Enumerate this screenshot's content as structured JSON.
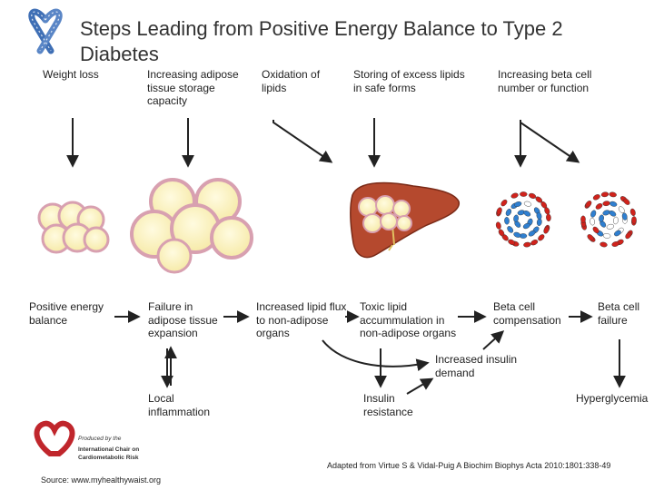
{
  "title": "Steps Leading from Positive Energy Balance to Type 2 Diabetes",
  "top_labels": {
    "weight_loss": "Weight loss",
    "adipose_capacity": "Increasing adipose tissue storage capacity",
    "oxidation": "Oxidation of lipids",
    "storing": "Storing of excess lipids in safe forms",
    "beta_increase": "Increasing beta cell number or function"
  },
  "flow_labels": {
    "positive_energy": "Positive energy balance",
    "failure_adipose": "Failure in adipose tissue expansion",
    "lipid_flux": "Increased lipid flux to non-adipose organs",
    "toxic_lipid": "Toxic lipid accummulation in non-adipose organs",
    "beta_compensation": "Beta cell compensation",
    "beta_failure": "Beta cell failure"
  },
  "bottom_labels": {
    "local_inflammation": "Local inflammation",
    "insulin_resistance": "Insulin resistance",
    "increased_insulin": "Increased insulin demand",
    "hyperglycemia": "Hyperglycemia"
  },
  "logo": {
    "produced_by": "Produced by the",
    "chair_line1": "International Chair on",
    "chair_line2": "Cardiometabolic Risk"
  },
  "source": "Source: www.myhealthywaist.org",
  "citation": "Adapted from Virtue S & Vidal-Puig A Biochim Biophys Acta 2010:1801:338-49",
  "colors": {
    "ribbon": "#3f6fb5",
    "fat_cell": "#fdf6c3",
    "fat_cell_edge": "#d8a0b0",
    "liver": "#b5492e",
    "beta_red": "#d0231c",
    "beta_blue": "#2f7fd0"
  }
}
